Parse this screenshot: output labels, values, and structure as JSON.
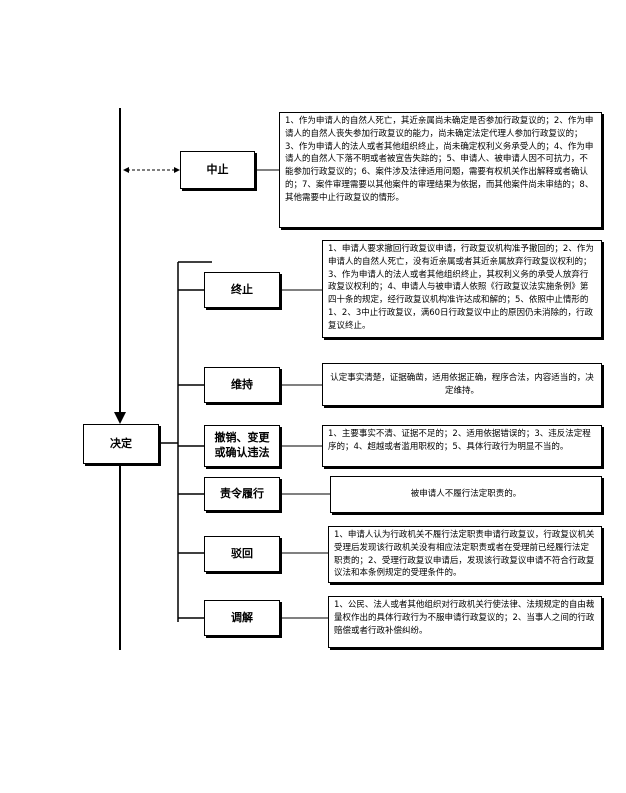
{
  "decision_label": "决定",
  "suspend": {
    "label": "中止",
    "description": "1、作为申请人的自然人死亡，其近亲属尚未确定是否参加行政复议的；2、作为申请人的自然人丧失参加行政复议的能力，尚未确定法定代理人参加行政复议的；3、作为申请人的法人或者其他组织终止，尚未确定权利义务承受人的；4、作为申请人的自然人下落不明或者被宣告失踪的；5、申请人、被申请人因不可抗力，不能参加行政复议的；6、案件涉及法律适用问题，需要有权机关作出解释或者确认的；7、案件审理需要以其他案件的审理结果为依据，而其他案件尚未审结的；8、其他需要中止行政复议的情形。"
  },
  "outcomes": [
    {
      "label": "终止",
      "description": "1、申请人要求撤回行政复议申请，行政复议机构准予撤回的；2、作为申请人的自然人死亡，没有近亲属或者其近亲属放弃行政复议权利的；3、作为申请人的法人或者其他组织终止，其权利义务的承受人放弃行政复议权利的；4、申请人与被申请人依照《行政复议法实施条例》第四十条的规定，经行政复议机构准许达成和解的；5、依照中止情形的1、2、3中止行政复议，满60日行政复议中止的原因仍未消除的，行政复议终止。"
    },
    {
      "label": "维持",
      "description": "认定事实清楚，证据确凿，适用依据正确，程序合法，内容适当的，决定维持。"
    },
    {
      "label": "撤销、变更或确认违法",
      "description": "1、主要事实不清、证据不足的；2、适用依据错误的；3、违反法定程序的；4、超越或者滥用职权的；5、具体行政行为明显不当的。"
    },
    {
      "label": "责令履行",
      "description": "被申请人不履行法定职责的。"
    },
    {
      "label": "驳回",
      "description": "1、申请人认为行政机关不履行法定职责申请行政复议，行政复议机关受理后发现该行政机关没有相应法定职责或者在受理前已经履行法定职责的；2、受理行政复议申请后，发现该行政复议申请不符合行政复议法和本条例规定的受理条件的。"
    },
    {
      "label": "调解",
      "description": "1、公民、法人或者其他组织对行政机关行使法律、法规规定的自由裁量权作出的具体行政行为不服申请行政复议的；2、当事人之间的行政赔偿或者行政补偿纠纷。"
    }
  ]
}
